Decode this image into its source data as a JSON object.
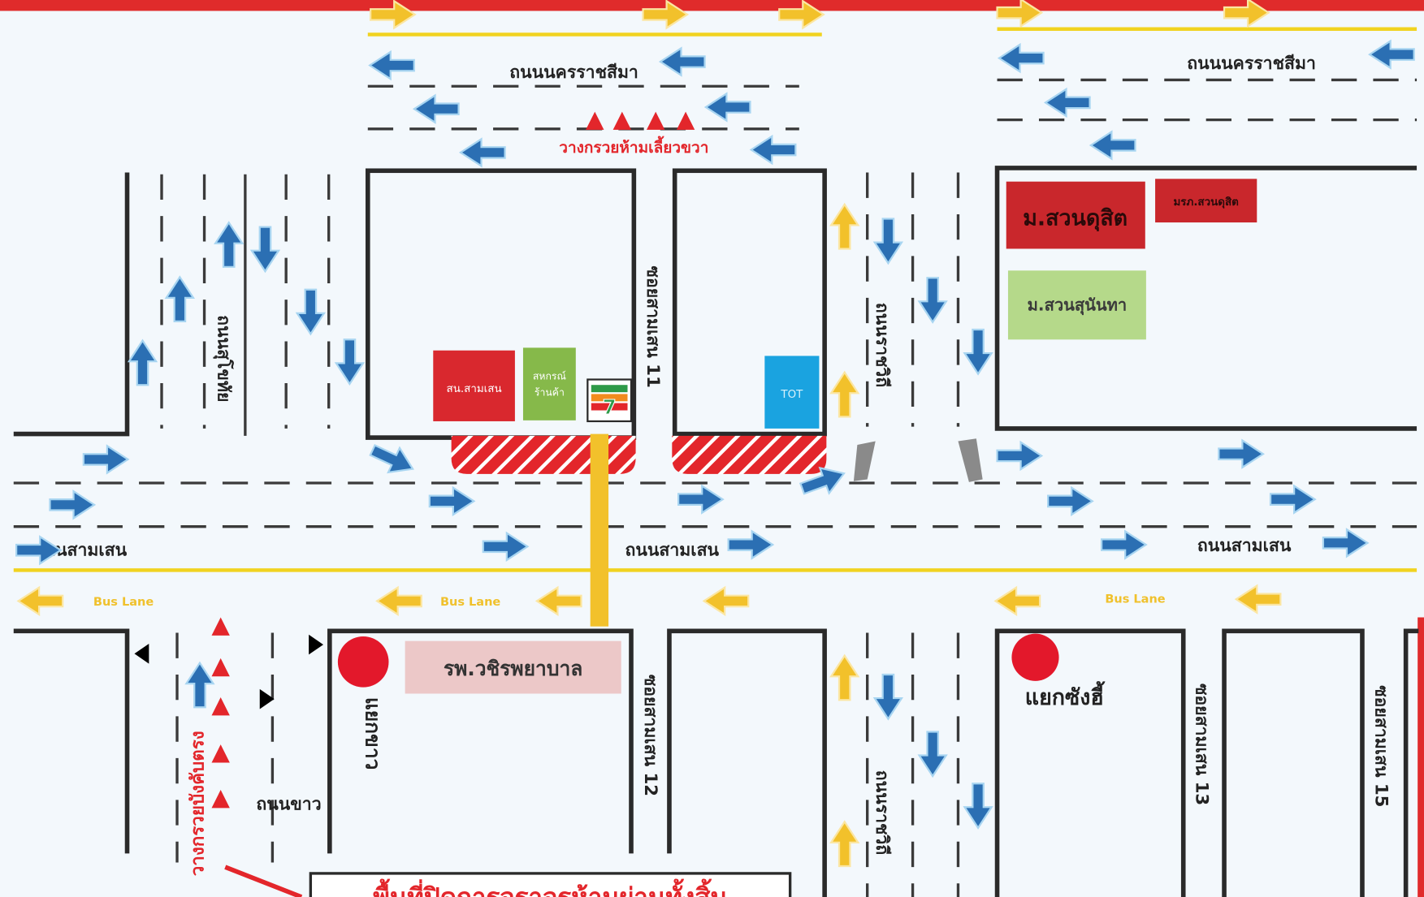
{
  "roads": {
    "nakhon_ratchasima_left": "ถนนนครราชสีมา",
    "nakhon_ratchasima_right": "ถนนนครราชสีมา",
    "samsen_left": "ถนนสามเสน",
    "samsen_middle": "ถนนสามเสน",
    "samsen_right": "ถนนสามเสน",
    "left_vertical": "ถนนสุโขทัย",
    "middle_vertical_top": "ซอยสามเสน 11",
    "middle_vertical_bottom": "ซอยสามเสน 12",
    "ratchawithi_top": "ถนนราชวิถี",
    "ratchawithi_bottom": "ถนนราชวิถี",
    "khao": "ถนนขาว",
    "right_soi_1": "ซอยสามเสน 13",
    "right_soi_2": "ซอยสามเสน 15"
  },
  "bus_lane": "Bus Lane",
  "landmarks": {
    "police_station": "สน.สามเสน",
    "coop_line1": "สหกรณ์",
    "coop_line2": "ร้านค้า",
    "convenience_logo": "7-ELEVEn",
    "tot": "TOT",
    "suan_dusit": "ม.สวนดุสิต",
    "suan_dusit_small": "มรภ.สวนดุสิต",
    "suan_sunandha": "ม.สวนสุนันทา",
    "vajira_hospital": "รพ.วชิรพยาบาล"
  },
  "intersections": {
    "khao": "แยกขาว",
    "sang_hee": "แยกซังฮี้"
  },
  "notes": {
    "no_right_turn_cones": "วางกรวยห้ามเลี้ยวขวา",
    "straight_only_cones": "วางกรวยบังคับตรง",
    "closure_box": "พื้นที่ปิดการจราจรห้ามผ่านทั้งสิ้น"
  },
  "colors": {
    "frame_red": "#e02b2b",
    "traffic_arrow_blue": "#2b6fb3",
    "bus_lane_yellow": "#f2c12b",
    "closed_area_red": "#e3262b",
    "hospital_pink": "#ecc8c8",
    "university_green": "#b5d98a"
  }
}
